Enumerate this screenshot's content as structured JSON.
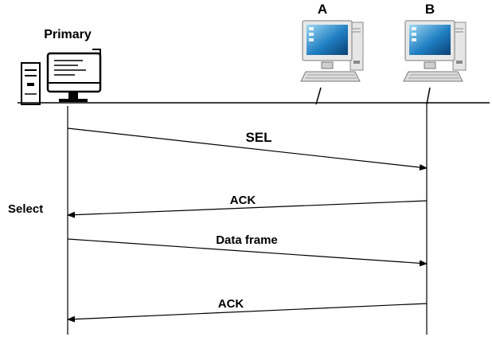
{
  "nodes": {
    "primary": {
      "label": "Primary",
      "icon": "desktop-computer-icon"
    },
    "a": {
      "label": "A",
      "icon": "monitor-computer-icon"
    },
    "b": {
      "label": "B",
      "icon": "monitor-computer-icon"
    }
  },
  "side_label": "Select",
  "messages": [
    {
      "label": "SEL",
      "from": "primary",
      "to": "b",
      "color": "#000000"
    },
    {
      "label": "ACK",
      "from": "b",
      "to": "primary",
      "color": "#1f4e8c"
    },
    {
      "label": "Data frame",
      "from": "primary",
      "to": "b",
      "color": "#000000"
    },
    {
      "label": "ACK",
      "from": "b",
      "to": "primary",
      "color": "#a8a8a8"
    }
  ]
}
